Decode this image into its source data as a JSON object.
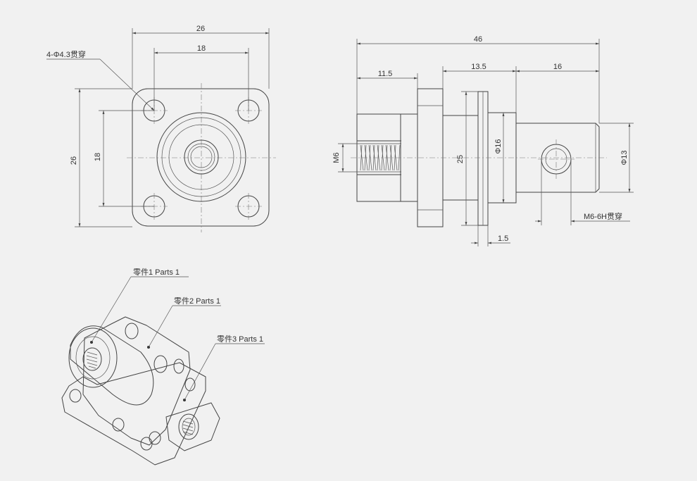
{
  "front_view": {
    "dim_width_outer": "26",
    "dim_width_holes": "18",
    "dim_height_outer": "26",
    "dim_height_holes": "18",
    "hole_callout": "4-Φ4.3贯穿"
  },
  "side_view": {
    "dim_total_length": "46",
    "dim_left_section": "11.5",
    "dim_mid_section": "13.5",
    "dim_right_section": "16",
    "dim_thread": "M6",
    "dim_flange_dia": "25",
    "dim_body_dia": "Φ16",
    "dim_shaft_dia": "Φ13",
    "dim_flange_thickness": "1.5",
    "cross_hole_callout": "M6-6H贯穿"
  },
  "iso_view": {
    "part1_label": "零件1 Parts 1",
    "part2_label": "零件2 Parts 1",
    "part3_label": "零件3 Parts 1"
  },
  "colors": {
    "background": "#f1f1f1",
    "line": "#444444"
  }
}
